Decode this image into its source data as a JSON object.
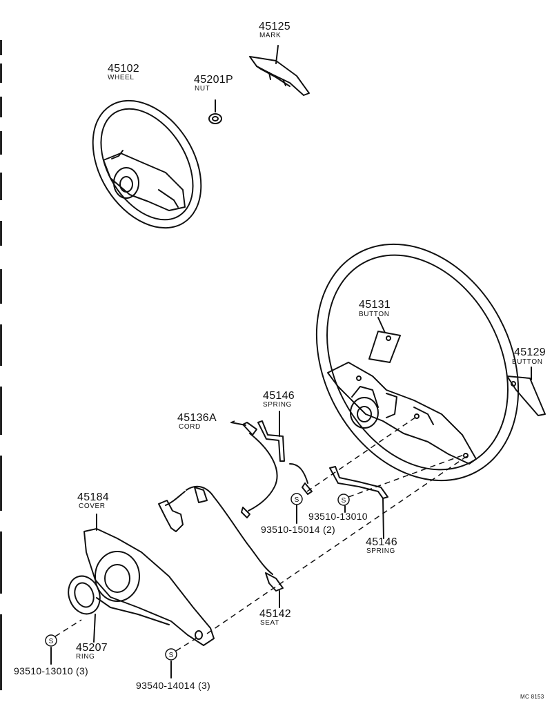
{
  "parts": {
    "mark": {
      "number": "45125",
      "name": "MARK"
    },
    "wheel": {
      "number": "45102",
      "name": "WHEEL"
    },
    "nut": {
      "number": "45201P",
      "name": "NUT"
    },
    "button_a": {
      "number": "45131",
      "name": "BUTTON"
    },
    "button_b": {
      "number": "45129",
      "name": "BUTTON"
    },
    "spring_a": {
      "number": "45146",
      "name": "SPRING"
    },
    "cord": {
      "number": "45136A",
      "name": "CORD"
    },
    "cover": {
      "number": "45184",
      "name": "COVER"
    },
    "spring_b": {
      "number": "45146",
      "name": "SPRING"
    },
    "seat": {
      "number": "45142",
      "name": "SEAT"
    },
    "ring": {
      "number": "45207",
      "name": "RING"
    }
  },
  "screws": {
    "s1": "93510-13010",
    "s2": "93510-15014 (2)",
    "s3": "93510-13010 (3)",
    "s4": "93540-14014 (3)"
  },
  "screw_symbol": "S",
  "figure_code": "MC 8153",
  "colors": {
    "ink": "#111111",
    "paper": "#ffffff"
  }
}
